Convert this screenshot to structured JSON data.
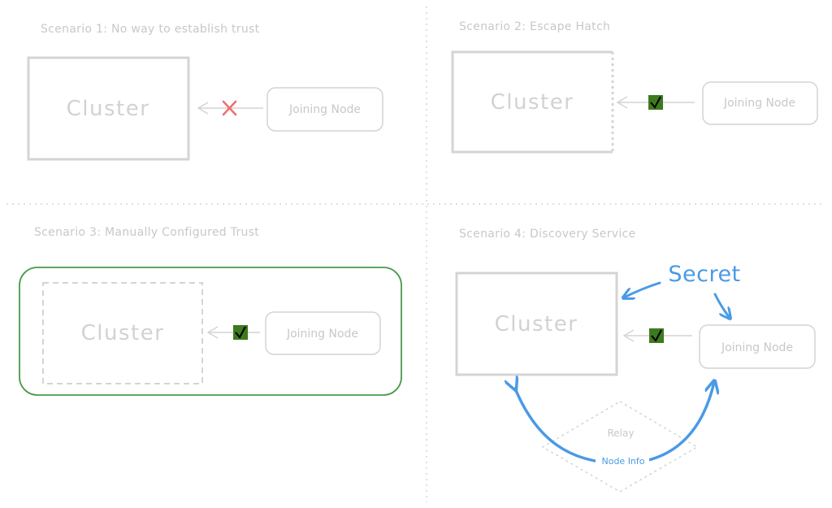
{
  "scenarios": [
    {
      "title": "Scenario 1: No way to establish trust",
      "cluster": "Cluster",
      "node": "Joining Node",
      "status": "cross-icon"
    },
    {
      "title": "Scenario 2: Escape Hatch",
      "cluster": "Cluster",
      "node": "Joining Node",
      "status": "check-icon"
    },
    {
      "title": "Scenario 3: Manually Configured Trust",
      "cluster": "Cluster",
      "node": "Joining Node",
      "status": "check-icon"
    },
    {
      "title": "Scenario 4: Discovery Service",
      "cluster": "Cluster",
      "node": "Joining Node",
      "status": "check-icon",
      "secret": "Secret",
      "relay": "Relay",
      "node_info": "Node Info"
    }
  ],
  "colors": {
    "faint": "#d0d0d0",
    "trust_green": "#4a9a4a",
    "check_bg": "#3d7a1e",
    "cross": "#f07070",
    "discovery_blue": "#4a9ae6"
  }
}
